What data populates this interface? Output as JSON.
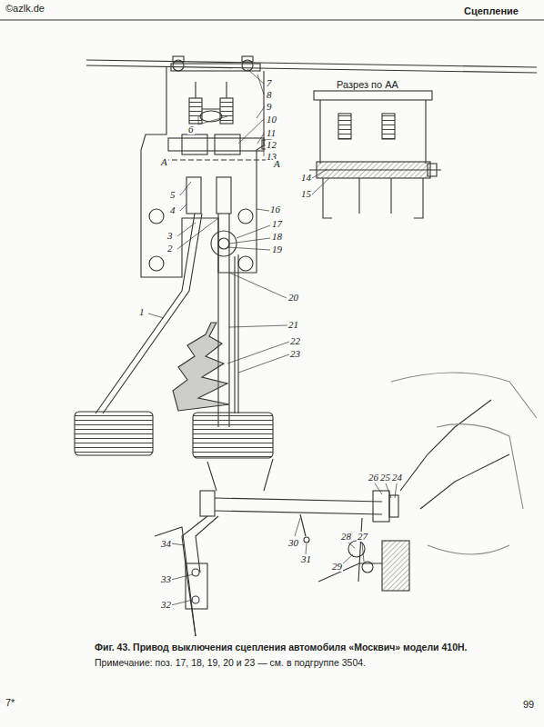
{
  "diagram": {
    "caption": "Фиг. 43. Привод выключения сцепления автомобиля «Москвич» модели 410Н.",
    "labels": [
      "©azlk.de",
      "Сцепление",
      "Разрез по АА",
      "7",
      "8",
      "9",
      "10",
      "11",
      "12",
      "13",
      "6",
      "А",
      "А",
      "14",
      "15",
      "16",
      "17",
      "18",
      "19",
      "5",
      "4",
      "3",
      "2",
      "20",
      "1",
      "21",
      "22",
      "23",
      "26",
      "25",
      "24",
      "28",
      "27",
      "29",
      "30",
      "31",
      "34",
      "33",
      "32",
      "Примечание: поз. 17, 18, 19, 20 и 23 — см. в подгруппе 3504.",
      "7*",
      "99"
    ]
  }
}
